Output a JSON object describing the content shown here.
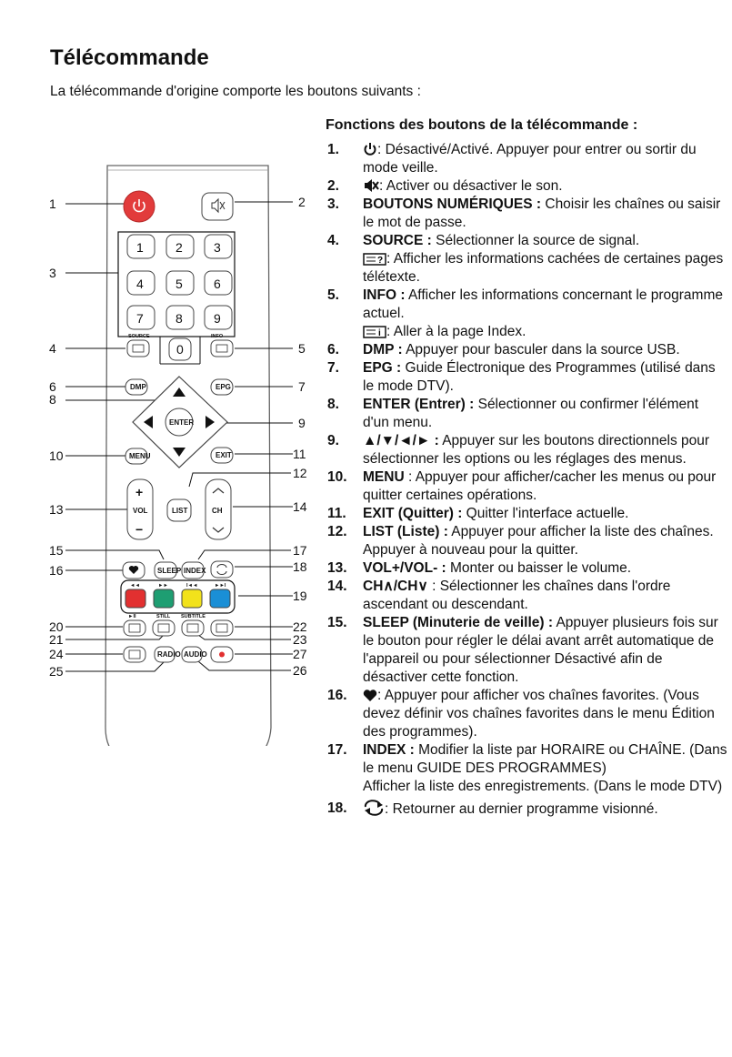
{
  "page": {
    "title": "Télécommande",
    "intro": "La télécommande d'origine comporte les boutons suivants :",
    "functions_heading": "Fonctions des boutons de la télécommande :"
  },
  "remote": {
    "callouts": [
      "1",
      "2",
      "3",
      "4",
      "5",
      "6",
      "7",
      "8",
      "9",
      "10",
      "11",
      "12",
      "13",
      "14",
      "15",
      "16",
      "17",
      "18",
      "19",
      "20",
      "21",
      "22",
      "23",
      "24",
      "25",
      "26",
      "27"
    ],
    "digits": [
      "1",
      "2",
      "3",
      "4",
      "5",
      "6",
      "7",
      "8",
      "9",
      "0"
    ],
    "buttons": {
      "source_label": "SOURCE",
      "info_label": "INFO",
      "dmp": "DMP",
      "epg": "EPG",
      "enter": "ENTER",
      "menu": "MENU",
      "exit": "EXIT",
      "list": "LIST",
      "vol": "VOL",
      "ch": "CH",
      "plus": "+",
      "minus": "−",
      "sleep": "SLEEP",
      "index": "INDEX",
      "radio": "RADIO",
      "audio": "AUDIO",
      "still": "STILL",
      "subtitle": "SUBTITLE"
    },
    "colors": {
      "power": "#e23b3b",
      "red": "#e23030",
      "green": "#1e9e72",
      "yellow": "#f2e21b",
      "blue": "#1a8fd6"
    }
  },
  "functions": [
    {
      "num": "1.",
      "name": "",
      "text": ": Désactivé/Activé. Appuyer pour entrer ou sortir du mode veille.",
      "icon": "power-icon"
    },
    {
      "num": "2.",
      "name": "",
      "text": ": Activer ou désactiver le son.",
      "icon": "mute-icon"
    },
    {
      "num": "3.",
      "name": "BOUTONS NUMÉRIQUES :",
      "text": " Choisir les chaînes ou saisir le mot de passe."
    },
    {
      "num": "4.",
      "name": "SOURCE :",
      "text": " Sélectionner la source de signal.",
      "extra": ": Afficher les informations cachées de certaines pages télétexte.",
      "extra_icon": "teletext-reveal-icon"
    },
    {
      "num": "5.",
      "name": "INFO :",
      "text": " Afficher les informations concernant le programme actuel.",
      "extra": ": Aller à la page Index.",
      "extra_icon": "teletext-index-icon"
    },
    {
      "num": "6.",
      "name": "DMP :",
      "text": " Appuyer pour basculer dans la source  USB."
    },
    {
      "num": "7.",
      "name": "EPG :",
      "text": " Guide Électronique des Programmes (utilisé dans le mode DTV)."
    },
    {
      "num": "8.",
      "name": "ENTER (Entrer) :",
      "text": " Sélectionner ou confirmer l'élément d'un menu."
    },
    {
      "num": "9.",
      "name": "▲/▼/◄/► :",
      "text": " Appuyer sur les boutons directionnels pour sélectionner les options ou les réglages des menus."
    },
    {
      "num": "10.",
      "name": "MENU",
      "text": " : Appuyer pour afficher/cacher les menus ou pour quitter certaines opérations."
    },
    {
      "num": "11.",
      "name": "EXIT (Quitter) :",
      "text": " Quitter l'interface actuelle."
    },
    {
      "num": "12.",
      "name": "LIST (Liste) :",
      "text": " Appuyer pour afficher la liste des chaînes. Appuyer à nouveau pour la quitter."
    },
    {
      "num": "13.",
      "name": "VOL+/VOL- :",
      "text": " Monter ou baisser le volume."
    },
    {
      "num": "14.",
      "name": "CH∧/CH∨",
      "text": " : Sélectionner les chaînes dans l'ordre ascendant ou descendant."
    },
    {
      "num": "15.",
      "name": "SLEEP (Minuterie de veille) :",
      "text": " Appuyer plusieurs fois sur le bouton pour régler le délai avant arrêt automatique de l'appareil ou pour sélectionner Désactivé afin de désactiver cette fonction."
    },
    {
      "num": "16.",
      "name": "",
      "text": ": Appuyer pour afficher vos chaînes favorites. (Vous devez définir vos chaînes favorites dans le menu Édition des programmes).",
      "icon": "heart-icon"
    },
    {
      "num": "17.",
      "name": "INDEX :",
      "text": " Modifier la liste par HORAIRE ou CHAÎNE. (Dans le menu GUIDE DES PROGRAMMES)",
      "extra_plain": "Afficher la liste des enregistrements. (Dans le mode DTV)"
    },
    {
      "num": "18.",
      "name": "",
      "text": ": Retourner au dernier programme visionné.",
      "icon": "recall-icon"
    }
  ]
}
